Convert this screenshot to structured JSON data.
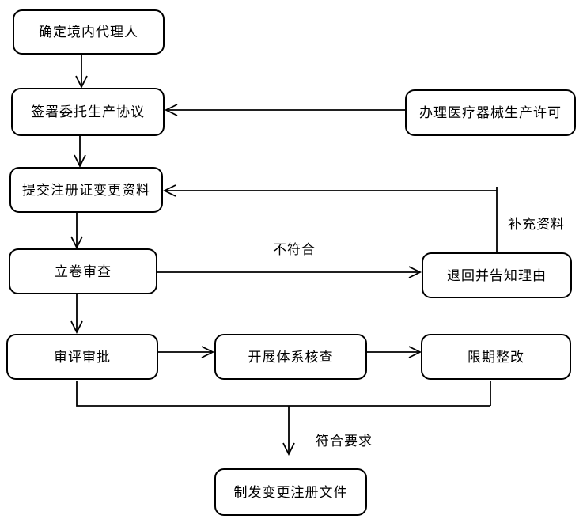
{
  "diagram": {
    "colors": {
      "background": "#ffffff",
      "line": "#000000",
      "box_border": "#000000",
      "text": "#000000"
    },
    "nodes": [
      {
        "label": "确定境内代理人"
      },
      {
        "label": "签署委托生产协议"
      },
      {
        "label": "办理医疗器械生产许可"
      },
      {
        "label": "提交注册证变更资料"
      },
      {
        "label": "立卷审查"
      },
      {
        "label": "退回并告知理由"
      },
      {
        "label": "审评审批"
      },
      {
        "label": "开展体系核查"
      },
      {
        "label": "限期整改"
      },
      {
        "label": "制发变更注册文件"
      }
    ],
    "edge_labels": [
      {
        "text": "不符合"
      },
      {
        "text": "补充资料"
      },
      {
        "text": "符合要求"
      }
    ],
    "edges": [
      {
        "from": "确定境内代理人",
        "to": "签署委托生产协议",
        "label": ""
      },
      {
        "from": "办理医疗器械生产许可",
        "to": "签署委托生产协议",
        "label": ""
      },
      {
        "from": "签署委托生产协议",
        "to": "提交注册证变更资料",
        "label": ""
      },
      {
        "from": "提交注册证变更资料",
        "to": "立卷审查",
        "label": ""
      },
      {
        "from": "立卷审查",
        "to": "退回并告知理由",
        "label": "不符合"
      },
      {
        "from": "退回并告知理由",
        "to": "提交注册证变更资料",
        "label": "补充资料"
      },
      {
        "from": "立卷审查",
        "to": "审评审批",
        "label": ""
      },
      {
        "from": "审评审批",
        "to": "开展体系核查",
        "label": ""
      },
      {
        "from": "开展体系核查",
        "to": "限期整改",
        "label": ""
      },
      {
        "from": "审评审批",
        "to": "制发变更注册文件",
        "label": "符合要求"
      },
      {
        "from": "限期整改",
        "to": "制发变更注册文件",
        "label": "符合要求"
      }
    ]
  }
}
